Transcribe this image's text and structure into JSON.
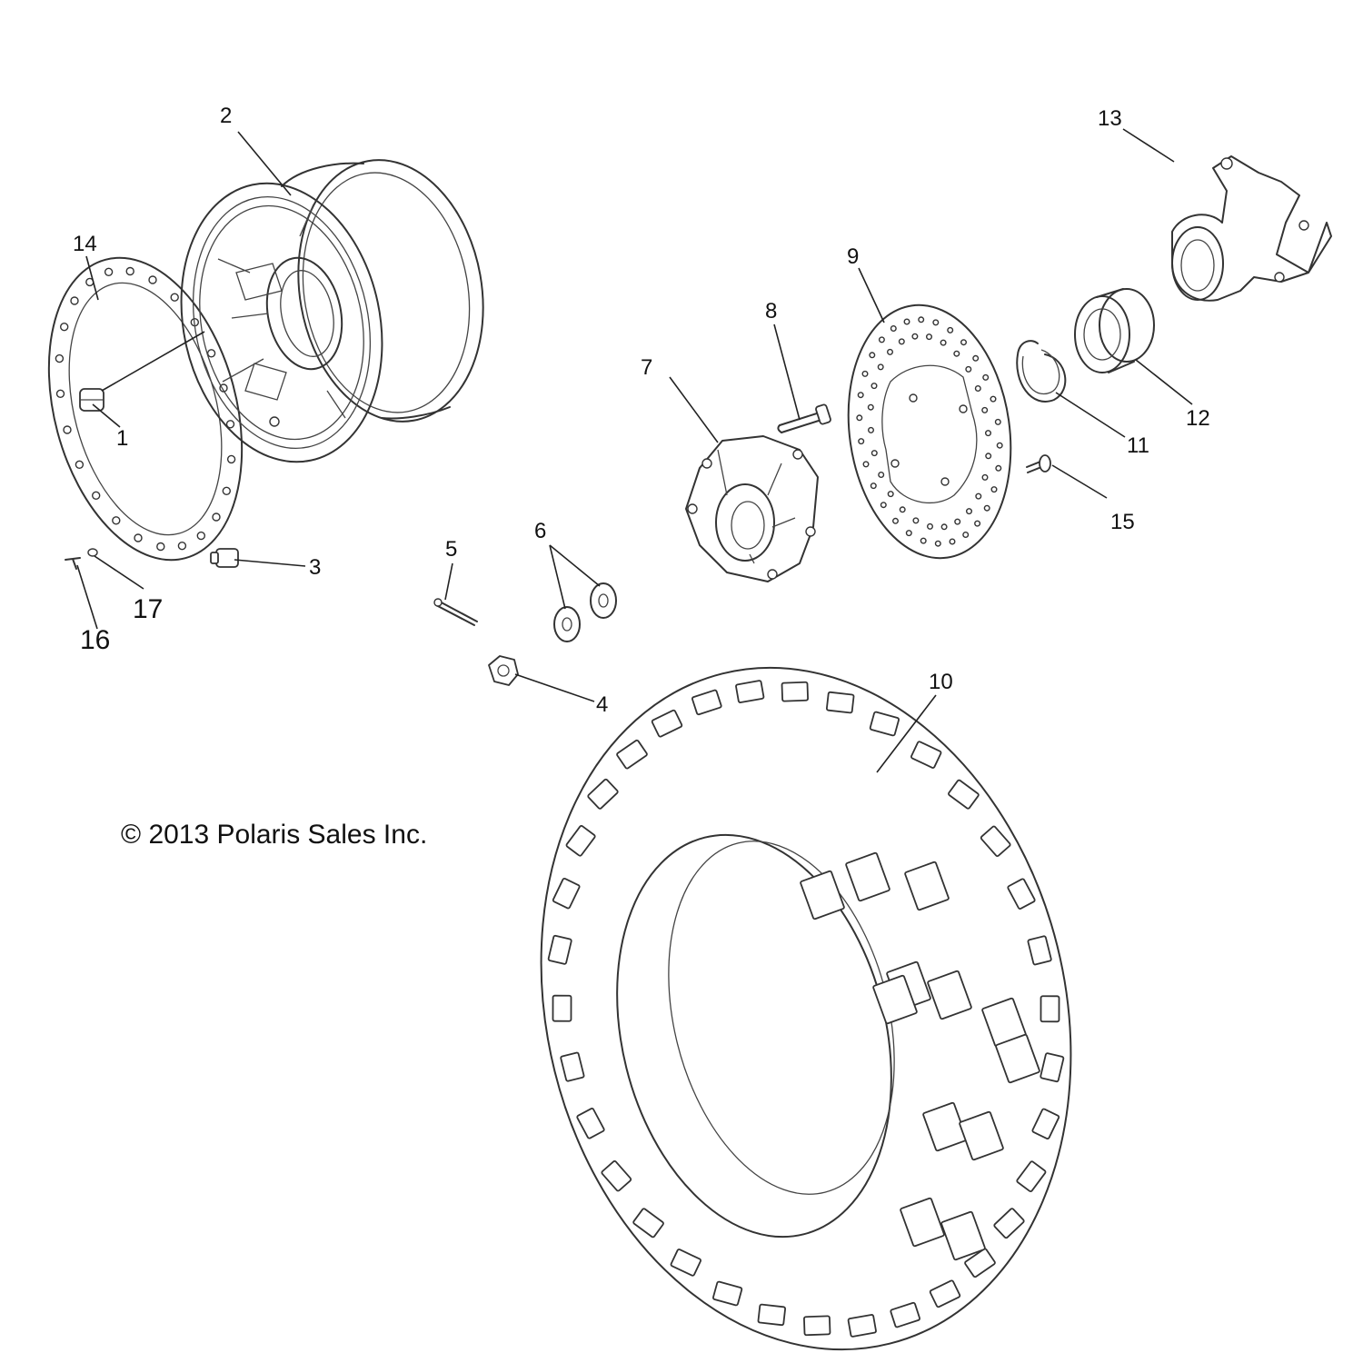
{
  "copyright": "© 2013 Polaris Sales Inc.",
  "callouts": {
    "c1": "1",
    "c2": "2",
    "c3": "3",
    "c4": "4",
    "c5": "5",
    "c6": "6",
    "c7": "7",
    "c8": "8",
    "c9": "9",
    "c10": "10",
    "c11": "11",
    "c12": "12",
    "c13": "13",
    "c14": "14",
    "c15": "15",
    "c16": "16",
    "c17": "17"
  }
}
